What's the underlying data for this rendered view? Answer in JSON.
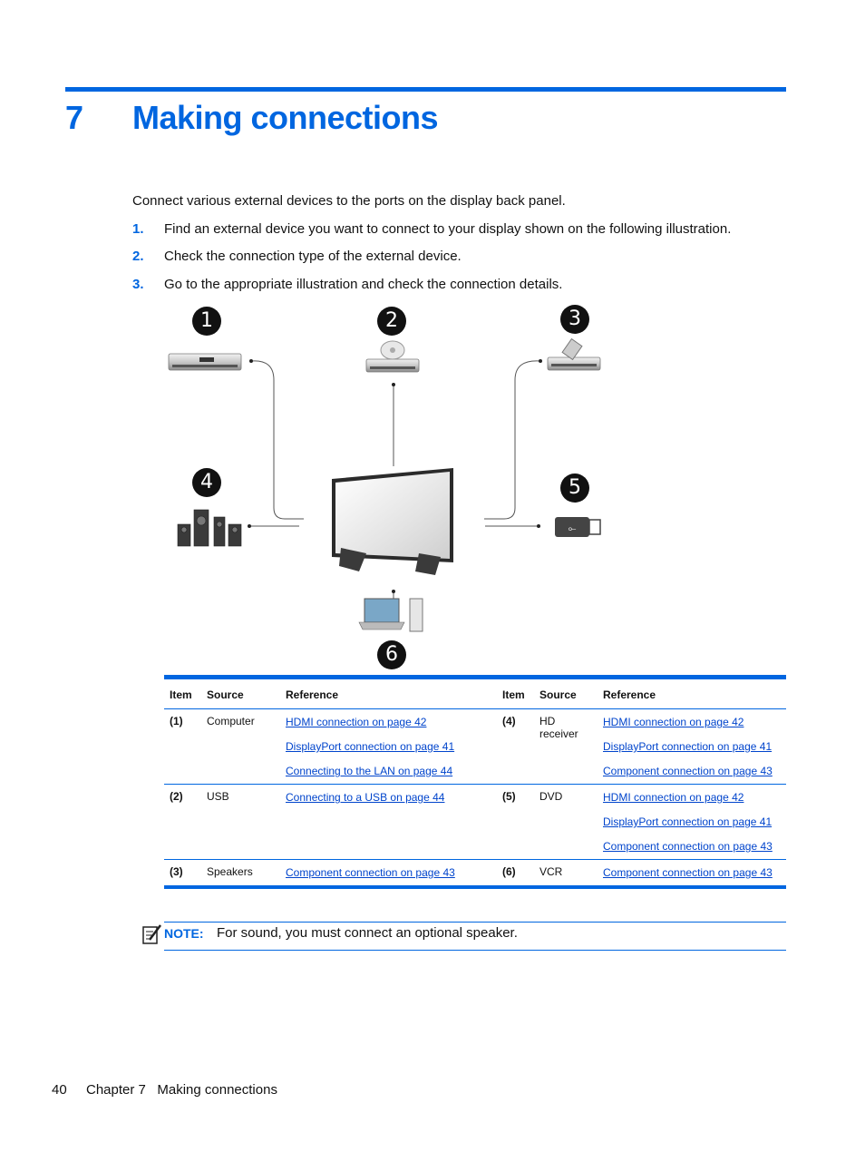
{
  "chapter": {
    "number": "7",
    "title": "Making connections"
  },
  "intro": "Connect various external devices to the ports on the display back panel.",
  "steps": [
    {
      "num": "1.",
      "text": "Find an external device you want to connect to your display shown on the following illustration."
    },
    {
      "num": "2.",
      "text": "Check the connection type of the external device."
    },
    {
      "num": "3.",
      "text": "Go to the appropriate illustration and check the connection details."
    }
  ],
  "figure": {
    "badges": [
      "1",
      "2",
      "3",
      "4",
      "5",
      "6"
    ],
    "devices": [
      "set-top-box",
      "dvd-player",
      "hd-receiver",
      "speakers",
      "usb-drive",
      "computer",
      "display"
    ]
  },
  "table": {
    "headers": [
      "Item",
      "Source",
      "Reference",
      "Item",
      "Source",
      "Reference"
    ],
    "rows": [
      {
        "item_l": "(1)",
        "source_l": "Computer",
        "refs_l": [
          "HDMI connection on page 42",
          "DisplayPort connection on page 41",
          "Connecting to the LAN on page 44"
        ],
        "item_r": "(4)",
        "source_r": "HD receiver",
        "refs_r": [
          "HDMI connection on page 42",
          "DisplayPort connection on page 41",
          "Component connection on page 43"
        ]
      },
      {
        "item_l": "(2)",
        "source_l": "USB",
        "refs_l": [
          "Connecting to a USB on page 44"
        ],
        "item_r": "(5)",
        "source_r": "DVD",
        "refs_r": [
          "HDMI connection on page 42",
          "DisplayPort connection on page 41",
          "Component connection on page 43"
        ]
      },
      {
        "item_l": "(3)",
        "source_l": "Speakers",
        "refs_l": [
          "Component connection on page 43"
        ],
        "item_r": "(6)",
        "source_r": "VCR",
        "refs_r": [
          "Component connection on page 43"
        ]
      }
    ]
  },
  "note": {
    "label": "NOTE:",
    "text": "For sound, you must connect an optional speaker."
  },
  "footer": {
    "page": "40",
    "chapter": "Chapter 7   Making connections"
  },
  "colors": {
    "accent": "#0066e0",
    "link": "#0044cc"
  }
}
